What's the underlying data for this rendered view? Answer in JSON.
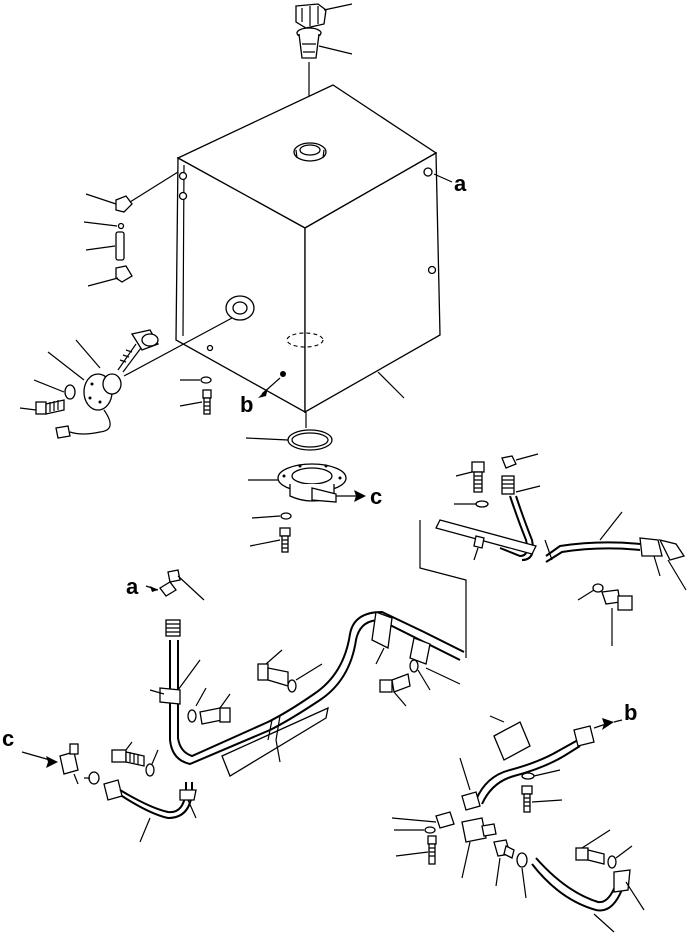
{
  "diagram": {
    "callouts": {
      "a_tank": "a",
      "b_tank": "b",
      "c_flange": "c",
      "a_pipe": "a",
      "b_pipe": "b",
      "c_pipe": "c"
    }
  }
}
